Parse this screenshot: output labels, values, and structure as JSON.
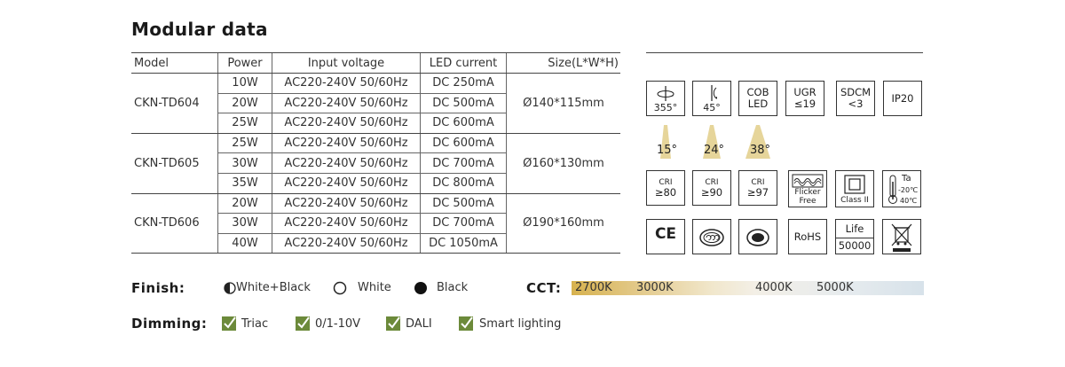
{
  "title": "Modular data",
  "table": {
    "headers": {
      "model": "Model",
      "power": "Power",
      "input": "Input voltage",
      "led": "LED current",
      "size": "Size(L*W*H)"
    },
    "groups": [
      {
        "model": "CKN-TD604",
        "size": "Ø140*115mm",
        "rows": [
          {
            "power": "10W",
            "input": "AC220-240V 50/60Hz",
            "led": "DC 250mA"
          },
          {
            "power": "20W",
            "input": "AC220-240V 50/60Hz",
            "led": "DC 500mA"
          },
          {
            "power": "25W",
            "input": "AC220-240V 50/60Hz",
            "led": "DC 600mA"
          }
        ]
      },
      {
        "model": "CKN-TD605",
        "size": "Ø160*130mm",
        "rows": [
          {
            "power": "25W",
            "input": "AC220-240V 50/60Hz",
            "led": "DC 600mA"
          },
          {
            "power": "30W",
            "input": "AC220-240V 50/60Hz",
            "led": "DC 700mA"
          },
          {
            "power": "35W",
            "input": "AC220-240V 50/60Hz",
            "led": "DC 800mA"
          }
        ]
      },
      {
        "model": "CKN-TD606",
        "size": "Ø190*160mm",
        "rows": [
          {
            "power": "20W",
            "input": "AC220-240V 50/60Hz",
            "led": "DC 500mA"
          },
          {
            "power": "30W",
            "input": "AC220-240V 50/60Hz",
            "led": "DC 700mA"
          },
          {
            "power": "40W",
            "input": "AC220-240V 50/60Hz",
            "led": "DC 1050mA"
          }
        ]
      }
    ]
  },
  "icons": {
    "rotate": "355°",
    "tilt": "45°",
    "cob": [
      "COB",
      "LED"
    ],
    "ugr": [
      "UGR",
      "≤19"
    ],
    "sdcm": [
      "SDCM",
      "<3"
    ],
    "ip": "IP20",
    "beams": [
      "15°",
      "24°",
      "38°"
    ],
    "cri": [
      [
        "CRI",
        "≥80"
      ],
      [
        "CRI",
        "≥90"
      ],
      [
        "CRI",
        "≥97"
      ]
    ],
    "flicker": [
      "Flicker",
      "Free"
    ],
    "class": "Class II",
    "temp": {
      "label": "Ta",
      "min": "-20℃",
      "max": "40℃"
    },
    "rohs": "RoHS",
    "life": [
      "Life",
      "50000"
    ],
    "ce": "CE"
  },
  "finish": {
    "label": "Finish:",
    "options": [
      "White+Black",
      "White",
      "Black"
    ]
  },
  "cct": {
    "label": "CCT:",
    "values": [
      "2700K",
      "3000K",
      "4000K",
      "5000K"
    ]
  },
  "dimming": {
    "label": "Dimming:",
    "options": [
      "Triac",
      "0/1-10V",
      "DALI",
      "Smart lighting"
    ]
  },
  "colors": {
    "check": "#6c8a3a",
    "beam": "#e6d59a"
  }
}
